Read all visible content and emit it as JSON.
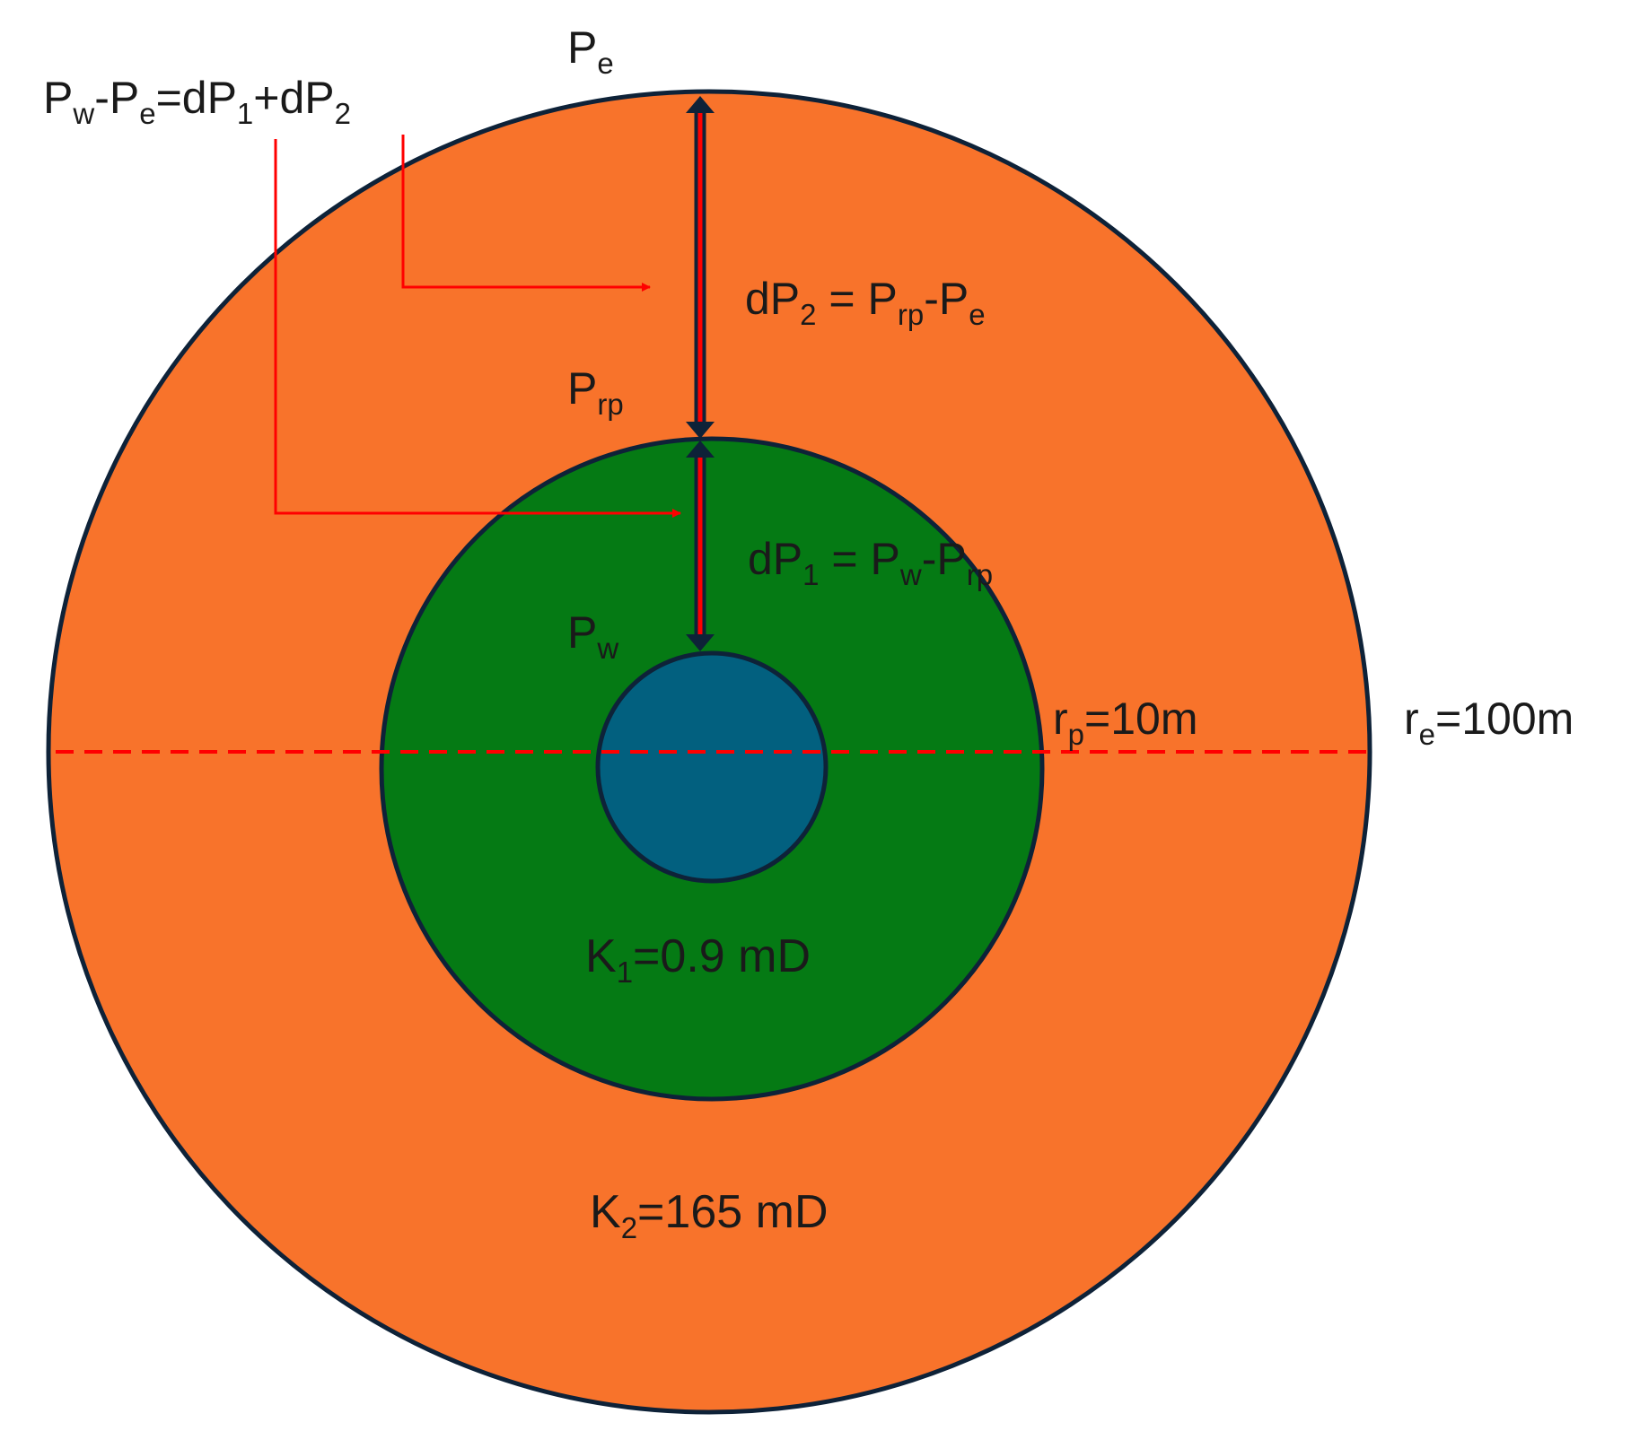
{
  "colors": {
    "outer_zone": "#f8732b",
    "inner_zone": "#057a14",
    "wellbore": "#02607f",
    "outline": "#0e2238",
    "annotation": "#ff0000"
  },
  "labels": {
    "pe": {
      "main": "P",
      "sub": "e"
    },
    "prp": {
      "main": "P",
      "sub": "rp"
    },
    "pw": {
      "main": "P",
      "sub": "w"
    },
    "sum_equation": {
      "p1": "P",
      "s1": "w",
      "p2": "-P",
      "s2": "e",
      "p3": "=dP",
      "s3": "1",
      "p4": "+dP",
      "s4": "2"
    },
    "dp2_equation": {
      "p1": "dP",
      "s1": "2",
      "p2": " = P",
      "s2": "rp",
      "p3": "-P",
      "s3": "e"
    },
    "dp1_equation": {
      "p1": "dP",
      "s1": "1",
      "p2": " = P",
      "s2": "w",
      "p3": "-P",
      "s3": "rp"
    },
    "rp": {
      "main": "r",
      "sub": "p",
      "rest": "=10m"
    },
    "re": {
      "main": "r",
      "sub": "e",
      "rest": "=100m"
    },
    "k1": {
      "main": "K",
      "sub": "1",
      "rest": "=0.9 mD"
    },
    "k2": {
      "main": "K",
      "sub": "2",
      "rest": "=165 mD"
    }
  }
}
